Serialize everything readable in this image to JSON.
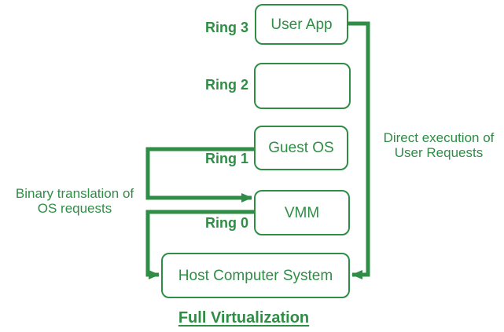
{
  "title": "Full Virtualization",
  "colors": {
    "green": "#2f8d46",
    "background": "#ffffff"
  },
  "rings": [
    {
      "label": "Ring 3",
      "box_text": "User App"
    },
    {
      "label": "Ring 2",
      "box_text": ""
    },
    {
      "label": "Ring 1",
      "box_text": "Guest OS"
    },
    {
      "label": "Ring 0",
      "box_text": "VMM"
    }
  ],
  "host_box_text": "Host Computer System",
  "annotations": {
    "binary_translation": {
      "lines": [
        "Binary translation of",
        "OS requests"
      ]
    },
    "direct_execution": {
      "lines": [
        "Direct execution of",
        "User Requests"
      ]
    }
  }
}
